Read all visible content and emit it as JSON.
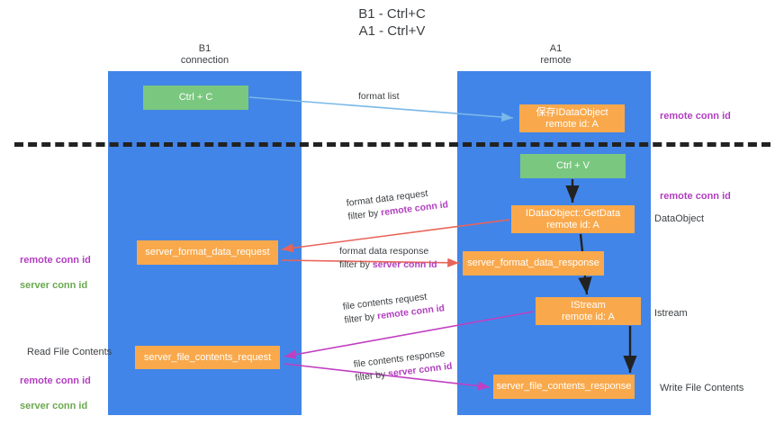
{
  "diagram": {
    "title": "B1 - Ctrl+C\nA1 - Ctrl+V",
    "lanes": [
      {
        "name": "b1",
        "header": "B1\nconnection"
      },
      {
        "name": "a1",
        "header": "A1\nremote"
      }
    ],
    "nodes": {
      "ctrl_c": "Ctrl + C",
      "idataobject": "保存IDataObject\nremote id: A",
      "ctrl_v": "Ctrl + V",
      "getdata": "IDataObject::GetData\nremote id: A",
      "server_format_data_request": "server_format_data_request",
      "server_format_data_response": "server_format_data_response",
      "istream": "IStream\nremote id: A",
      "server_file_contents_request": "server_file_contents_request",
      "server_file_contents_response": "server_file_contents_response"
    },
    "arrow_labels": {
      "format_list": "format list",
      "format_data_request": "format data request",
      "format_data_request_filter_prefix": "filter by ",
      "format_data_request_filter_key": "remote conn id",
      "format_data_response": "format data response",
      "format_data_response_filter_prefix": "filter by ",
      "format_data_response_filter_key": "server conn id",
      "file_contents_request": "file contents request",
      "file_contents_request_filter_prefix": "filter by ",
      "file_contents_request_filter_key": "remote conn id",
      "file_contents_response": "file contents response",
      "file_contents_response_filter_prefix": "filter by ",
      "file_contents_response_filter_key": "server conn id"
    },
    "side_labels": {
      "right_remote_conn_id_top": "remote conn id",
      "right_remote_conn_id_mid": "remote conn id",
      "right_dataobject": "DataObject",
      "right_istream": "Istream",
      "right_write_file_contents": "Write File Contents",
      "left_remote_conn_id": "remote conn id",
      "left_server_conn_id": "server conn id",
      "left_read_file_contents": "Read File Contents",
      "left_remote_conn_id_2": "remote conn id",
      "left_server_conn_id_2": "server conn id"
    },
    "colors": {
      "lane": "#4285e8",
      "node_orange": "#f9a94c",
      "node_green": "#7ac77f",
      "arrow_blue": "#7ab8e8",
      "arrow_red": "#e8645a",
      "arrow_magenta": "#c13fc1",
      "arrow_black": "#222222",
      "key_purple": "#b23fc0",
      "key_green": "#6aa84f",
      "divider": "#222222"
    }
  }
}
